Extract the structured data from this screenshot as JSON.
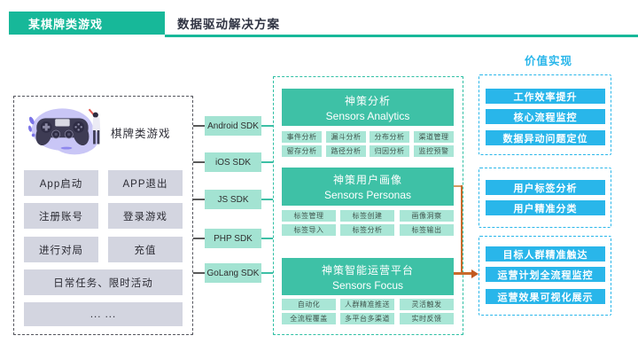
{
  "header": {
    "banner": "某棋牌类游戏",
    "title": "数据驱动解决方案"
  },
  "left_panel": {
    "label": "棋牌类游戏",
    "illustration": "game-controller-illustration",
    "actions": [
      "App启动",
      "APP退出",
      "注册账号",
      "登录游戏",
      "进行对局",
      "充值",
      "日常任务、限时活动",
      "... ..."
    ]
  },
  "sdks": [
    "Android SDK",
    "iOS SDK",
    "JS SDK",
    "PHP SDK",
    "GoLang SDK"
  ],
  "platform": {
    "blocks": [
      {
        "title_zh": "神策分析",
        "title_en": "Sensors Analytics",
        "features": [
          "事件分析",
          "漏斗分析",
          "分布分析",
          "渠道管理",
          "留存分析",
          "路径分析",
          "归因分析",
          "监控预警"
        ]
      },
      {
        "title_zh": "神策用户画像",
        "title_en": "Sensors Personas",
        "features": [
          "标签管理",
          "标签创建",
          "画像洞察",
          "标签导入",
          "标签分析",
          "标签输出"
        ]
      },
      {
        "title_zh": "神策智能运营平台",
        "title_en": "Sensors Focus",
        "features": [
          "自动化",
          "人群精准推送",
          "灵活触发",
          "全流程覆盖",
          "多平台多渠道",
          "实时反馈"
        ]
      }
    ]
  },
  "value": {
    "title": "价值实现",
    "groups": [
      {
        "items": [
          "工作效率提升",
          "核心流程监控",
          "数据异动问题定位"
        ]
      },
      {
        "items": [
          "用户标签分析",
          "用户精准分类"
        ]
      },
      {
        "items": [
          "目标人群精准触达",
          "运营计划全流程监控",
          "运营效果可视化展示"
        ]
      }
    ]
  },
  "colors": {
    "teal_banner": "#17b899",
    "block_green": "#3ec1a6",
    "chip_green": "#a9e6d6",
    "sdk_mint": "#a3e3d2",
    "value_blue": "#29b6ea",
    "connector_orange": "#c96a2b",
    "button_gray": "#d3d5e0",
    "dark_text": "#2f3342"
  }
}
